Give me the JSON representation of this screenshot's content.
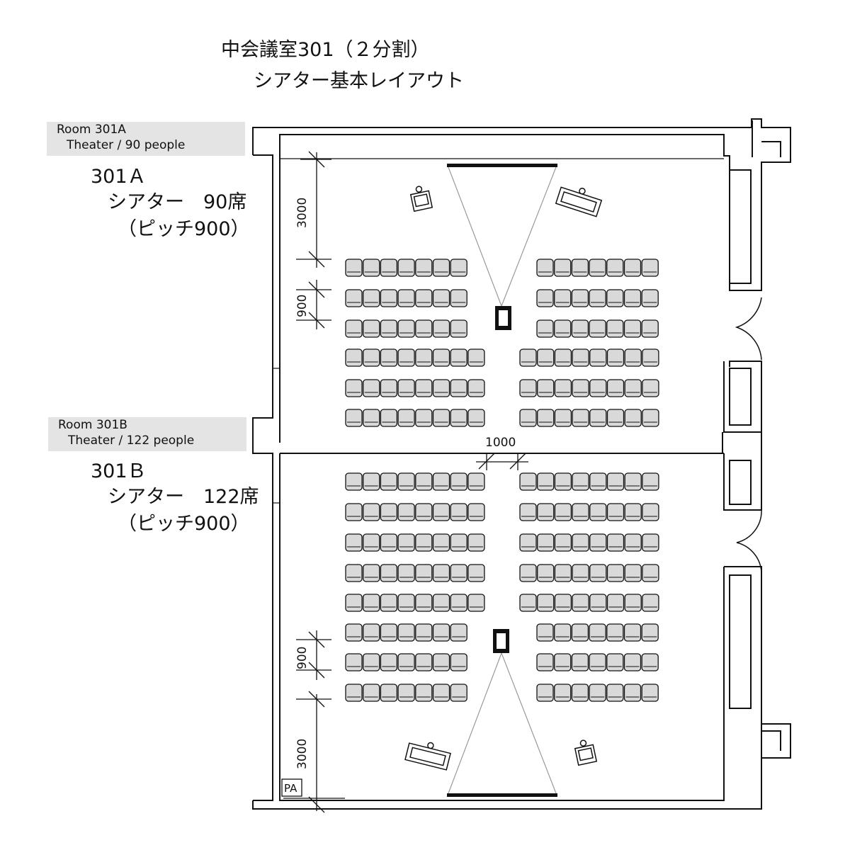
{
  "title": {
    "line1": "中会議室301（２分割）",
    "line2": "シアター基本レイアウト"
  },
  "rooms": [
    {
      "tag_line1": "Room 301A",
      "tag_line2": "Theater / 90 people",
      "name": "301Ａ",
      "capacity": "シアター　90席",
      "pitch": "（ピッチ900）"
    },
    {
      "tag_line1": "Room 301B",
      "tag_line2": "Theater / 122 people",
      "name": "301Ｂ",
      "capacity": "シアター　122席",
      "pitch": "（ピッチ900）"
    }
  ],
  "dimensions": {
    "a_front": "3000",
    "a_pitch": "900",
    "aisle": "1000",
    "b_pitch": "900",
    "b_front": "3000"
  },
  "pa_label": "PA",
  "colors": {
    "seat_fill": "#d9d9d9",
    "line": "#111111",
    "tag_bg": "#e4e4e4",
    "projection": "#999999"
  }
}
